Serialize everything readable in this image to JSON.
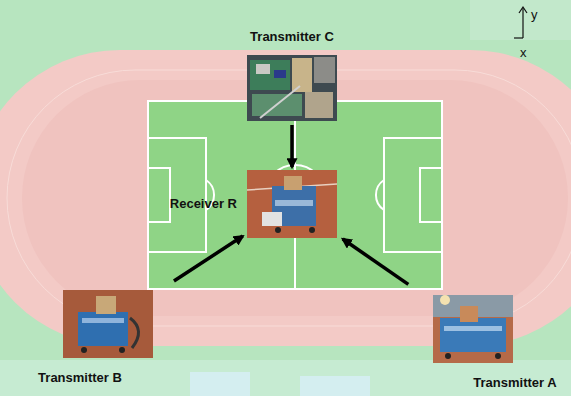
{
  "diagram": {
    "nodes": [
      {
        "text": [
          "Transmitter C"
        ]
      },
      {
        "text": [
          "Receiver R"
        ]
      },
      {
        "text": [
          "Transmitter B"
        ]
      },
      {
        "text": [
          "Transmitter A"
        ]
      }
    ],
    "edges": [
      {
        "from": 0,
        "to": 1,
        "arrow": "to"
      },
      {
        "from": 2,
        "to": 1,
        "arrow": "to"
      },
      {
        "from": 3,
        "to": 1,
        "arrow": "to"
      }
    ],
    "labels": [
      "y",
      "x"
    ]
  }
}
